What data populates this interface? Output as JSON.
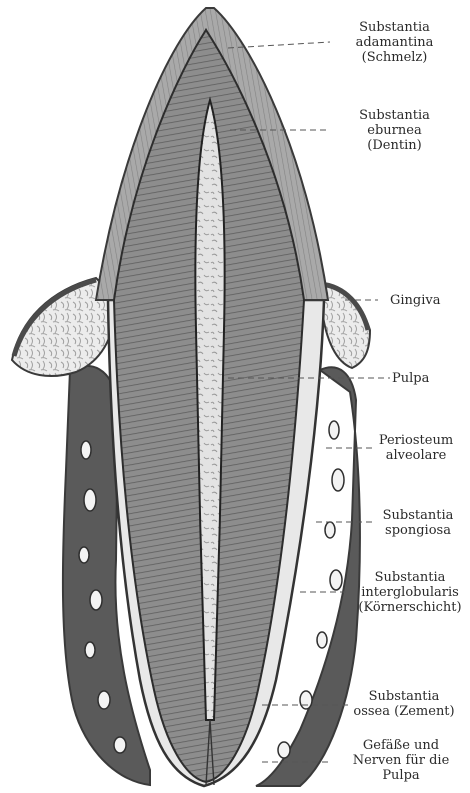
{
  "labels": {
    "schmelz": [
      "Substantia",
      "adamantina",
      "(Schmelz)"
    ],
    "dentin": [
      "Substantia",
      "eburnea",
      "(Dentin)"
    ],
    "gingiva": [
      "Gingiva"
    ],
    "pulpa": [
      "Pulpa"
    ],
    "periosteum": [
      "Periosteum",
      "alveolare"
    ],
    "spongiosa": [
      "Substantia",
      "spongiosa"
    ],
    "koernerschicht": [
      "Substantia",
      "interglobularis",
      "(Körnerschicht)"
    ],
    "zement": [
      "Substantia",
      "ossea (Zement)"
    ],
    "gefaesse": [
      "Gefäße und",
      "Nerven für die",
      "Pulpa"
    ]
  }
}
